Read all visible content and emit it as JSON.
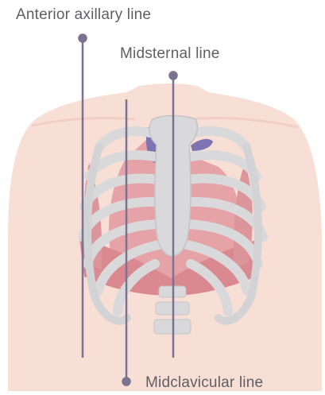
{
  "labels": {
    "anterior_axillary": "Anterior axillary line",
    "midsternal": "Midsternal line",
    "midclavicular": "Midclavicular line"
  },
  "colors": {
    "skin": "#f8dfd6",
    "skin_shadow": "#f1cfc4",
    "muscle": "#e5a3a7",
    "muscle_dark": "#cf7e85",
    "bone": "#d9d9db",
    "bone_edge": "#c4c4c7",
    "vessel": "#7f74b3",
    "line": "#7a7390",
    "text": "#5f5f63"
  }
}
